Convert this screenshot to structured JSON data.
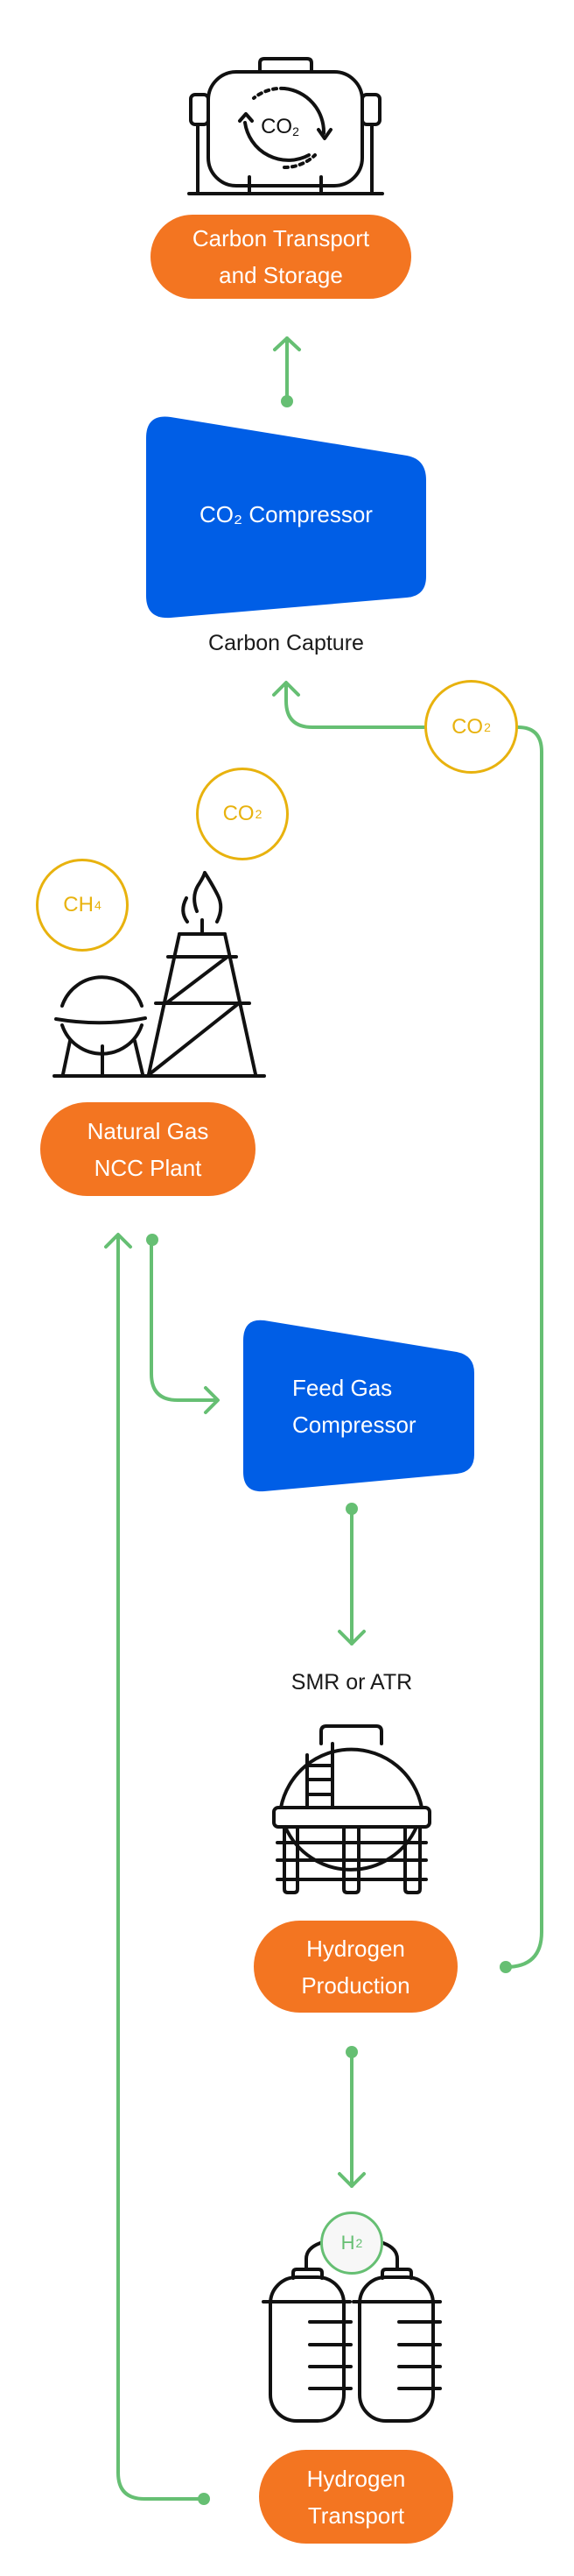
{
  "colors": {
    "flow_line": "#66bf73",
    "process_pill": "#f37521",
    "compressor": "#005ee6",
    "gas_badge_outline": "#e8b20e",
    "h2_badge_outline": "#66bf73",
    "icon_stroke": "#111111"
  },
  "nodes": {
    "carbon_storage": {
      "line1": "Carbon Transport",
      "line2": "and Storage",
      "icon": "co2-storage-tank-icon",
      "icon_text": "CO",
      "icon_sub": "2"
    },
    "co2_compressor": {
      "text": "CO₂ Compressor"
    },
    "carbon_capture": {
      "label": "Carbon Capture"
    },
    "ncc_plant": {
      "line1": "Natural Gas",
      "line2": "NCC Plant",
      "icon": "gas-plant-icon"
    },
    "feed_gas_compressor": {
      "line1": "Feed Gas",
      "line2": "Compressor"
    },
    "reformer": {
      "label": "SMR or ATR",
      "icon": "spherical-tank-icon"
    },
    "hydrogen_production": {
      "line1": "Hydrogen",
      "line2": "Production"
    },
    "hydrogen_transport": {
      "line1": "Hydrogen",
      "line2": "Transport",
      "icon": "hydrogen-cylinders-icon"
    }
  },
  "badges": {
    "co2_flow": {
      "base": "CO",
      "sub": "2"
    },
    "co2_emission": {
      "base": "CO",
      "sub": "2"
    },
    "ch4": {
      "base": "CH",
      "sub": "4"
    },
    "h2": {
      "base": "H",
      "sub": "2"
    }
  },
  "flows": [
    {
      "from": "CO₂ Compressor",
      "to": "Carbon Transport and Storage"
    },
    {
      "from": "Hydrogen Production",
      "to": "Carbon Capture",
      "carrier": "CO₂"
    },
    {
      "from": "Natural Gas NCC Plant",
      "to": "Feed Gas Compressor"
    },
    {
      "from": "Feed Gas Compressor",
      "to": "SMR or ATR"
    },
    {
      "from": "Hydrogen Production",
      "to": "Hydrogen Transport"
    },
    {
      "from": "Hydrogen Transport",
      "to": "Natural Gas NCC Plant"
    }
  ]
}
